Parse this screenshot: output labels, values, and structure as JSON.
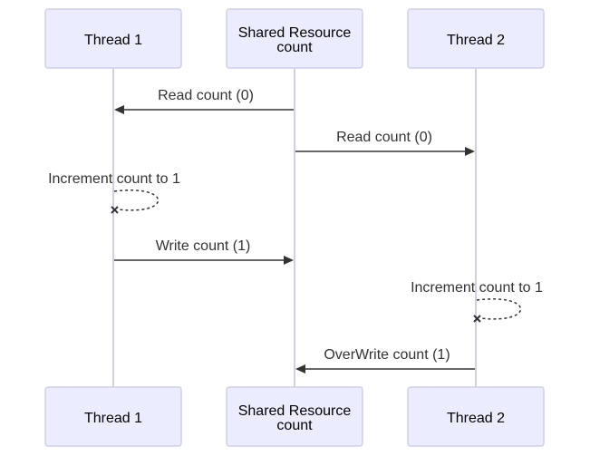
{
  "participants": [
    {
      "id": "t1",
      "lines": [
        "Thread 1"
      ]
    },
    {
      "id": "sr",
      "lines": [
        "Shared Resource",
        "count"
      ]
    },
    {
      "id": "t2",
      "lines": [
        "Thread 2"
      ]
    }
  ],
  "messages": [
    {
      "from": "sr",
      "to": "t1",
      "label": "Read count (0)",
      "kind": "arrow"
    },
    {
      "from": "sr",
      "to": "t2",
      "label": "Read count (0)",
      "kind": "arrow"
    },
    {
      "from": "t1",
      "to": "t1",
      "label": "Increment count to 1",
      "kind": "self-cross"
    },
    {
      "from": "t1",
      "to": "sr",
      "label": "Write count (1)",
      "kind": "arrow"
    },
    {
      "from": "t2",
      "to": "t2",
      "label": "Increment count to 1",
      "kind": "self-cross"
    },
    {
      "from": "t2",
      "to": "sr",
      "label": "OverWrite count (1)",
      "kind": "arrow"
    }
  ]
}
